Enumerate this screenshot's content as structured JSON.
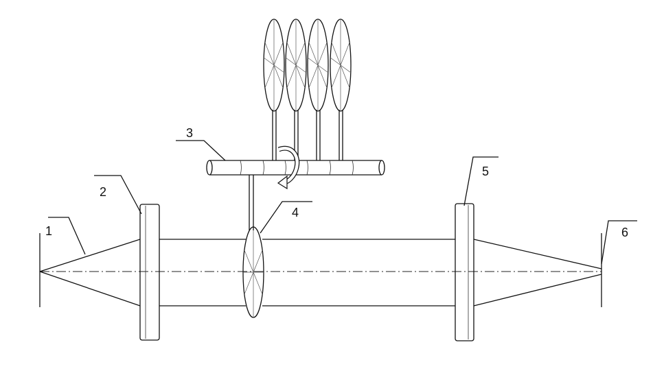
{
  "labels": {
    "l1": "1",
    "l2": "2",
    "l3": "3",
    "l4": "4",
    "l5": "5",
    "l6": "6"
  },
  "colors": {
    "stroke": "#111111",
    "background": "#ffffff"
  },
  "icons": {
    "rotation": "rotation-arrow-icon"
  }
}
